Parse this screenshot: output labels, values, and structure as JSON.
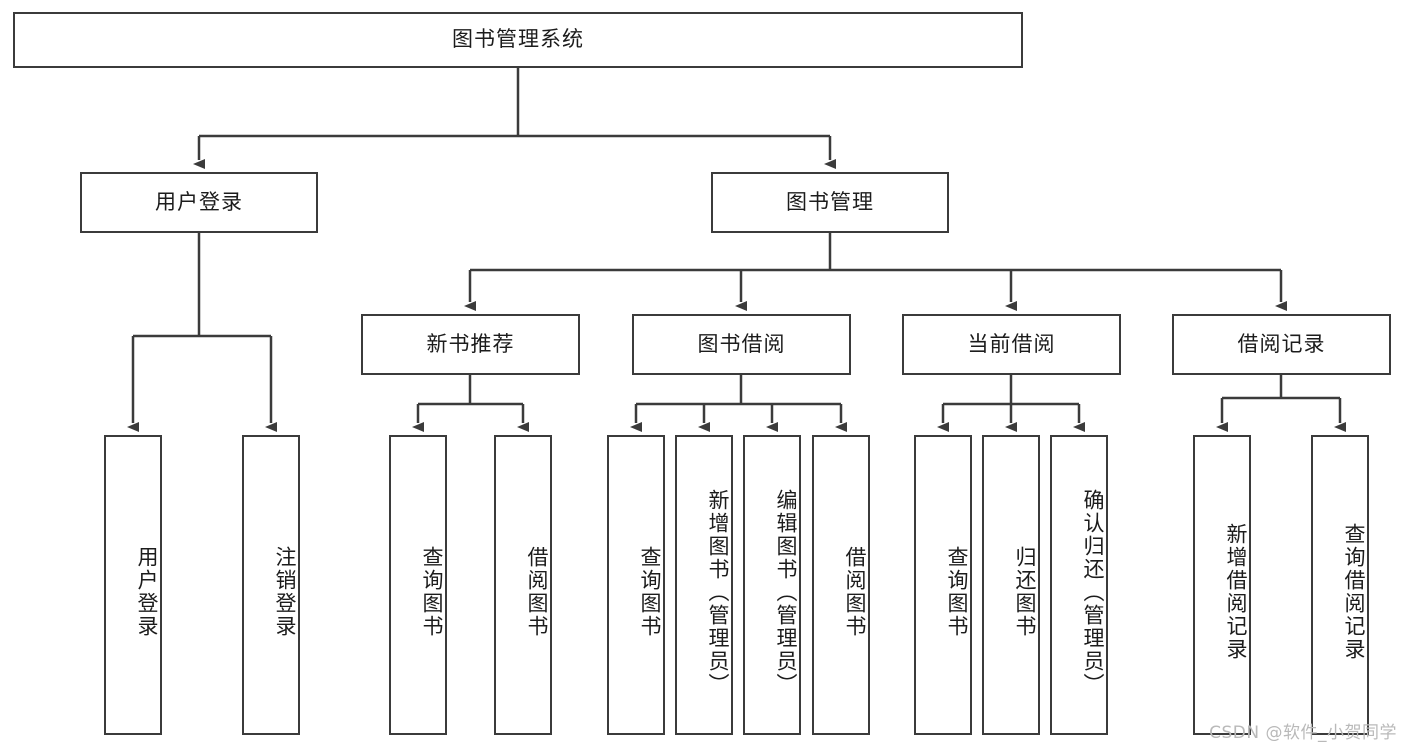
{
  "diagram": {
    "type": "hierarchy-tree",
    "title": "图书管理系统",
    "style": {
      "border_color": "#3b3b3b",
      "background_color": "#ffffff",
      "text_color": "#1c1c1c",
      "connector_color": "#3b3b3b",
      "watermark_color": "#b9b9b9"
    },
    "root": {
      "label": "图书管理系统"
    },
    "level1": [
      {
        "label": "用户登录"
      },
      {
        "label": "图书管理"
      }
    ],
    "level2": [
      {
        "label": "新书推荐"
      },
      {
        "label": "图书借阅"
      },
      {
        "label": "当前借阅"
      },
      {
        "label": "借阅记录"
      }
    ],
    "leaves": {
      "user_login": [
        {
          "label": "用户登录"
        },
        {
          "label": "注销登录"
        }
      ],
      "new_book_recommend": [
        {
          "label": "查询图书"
        },
        {
          "label": "借阅图书"
        }
      ],
      "book_borrow": [
        {
          "label": "查询图书"
        },
        {
          "label": "新增图书（管理员）"
        },
        {
          "label": "编辑图书（管理员）"
        },
        {
          "label": "借阅图书"
        }
      ],
      "current_borrow": [
        {
          "label": "查询图书"
        },
        {
          "label": "归还图书"
        },
        {
          "label": "确认归还（管理员）"
        }
      ],
      "borrow_record": [
        {
          "label": "新增借阅记录"
        },
        {
          "label": "查询借阅记录"
        }
      ]
    }
  },
  "watermark": {
    "text": "CSDN @软件_小贺同学"
  }
}
